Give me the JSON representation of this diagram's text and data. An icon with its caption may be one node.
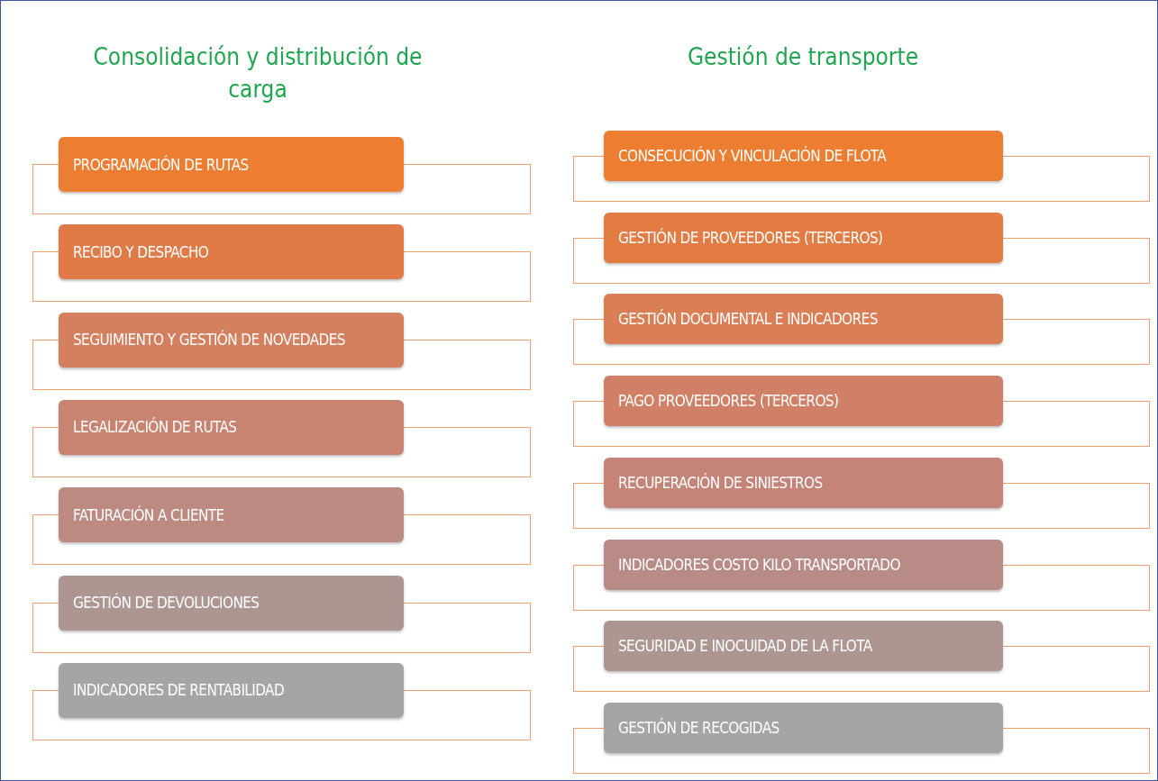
{
  "diagram": {
    "nodes": [
      {
        "text": [
          "PROGRAMACIÓN DE RUTAS"
        ]
      },
      {
        "text": [
          "RECIBO Y DESPACHO"
        ]
      },
      {
        "text": [
          "SEGUIMIENTO Y GESTIÓN DE NOVEDADES"
        ]
      },
      {
        "text": [
          "LEGALIZACIÓN DE RUTAS"
        ]
      },
      {
        "text": [
          "FATURACIÓN A CLIENTE"
        ]
      },
      {
        "text": [
          "GESTIÓN DE DEVOLUCIONES"
        ]
      },
      {
        "text": [
          "INDICADORES DE RENTABILIDAD"
        ]
      },
      {
        "text": [
          "CONSECUCIÓN Y VINCULACIÓN DE FLOTA"
        ]
      },
      {
        "text": [
          "GESTIÓN DE PROVEEDORES (TERCEROS)"
        ]
      },
      {
        "text": [
          "GESTIÓN DOCUMENTAL E INDICADORES"
        ]
      },
      {
        "text": [
          "PAGO PROVEEDORES  (TERCEROS)"
        ]
      },
      {
        "text": [
          "RECUPERACIÓN DE SINIESTROS"
        ]
      },
      {
        "text": [
          "INDICADORES COSTO KILO TRANSPORTADO"
        ]
      },
      {
        "text": [
          "SEGURIDAD E INOCUIDAD DE LA FLOTA"
        ]
      },
      {
        "text": [
          "GESTIÓN DE RECOGIDAS"
        ]
      }
    ],
    "labels": [
      "Consolidación y distribución de carga",
      "Gestión de transporte"
    ]
  }
}
